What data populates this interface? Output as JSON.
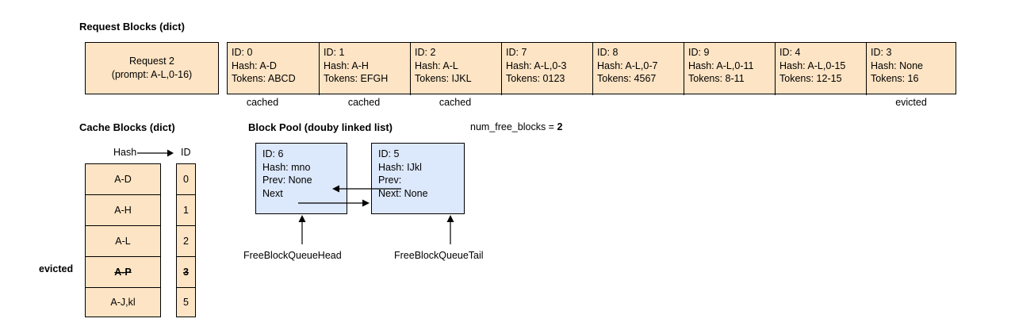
{
  "request_section": {
    "title": "Request Blocks (dict)",
    "request_label": "Request 2\n(prompt: A-L,0-16)",
    "blocks": [
      {
        "id": "ID: 0",
        "hash": "Hash: A-D",
        "tokens": "Tokens: ABCD",
        "status": "cached"
      },
      {
        "id": "ID: 1",
        "hash": "Hash: A-H",
        "tokens": "Tokens: EFGH",
        "status": "cached"
      },
      {
        "id": "ID: 2",
        "hash": "Hash: A-L",
        "tokens": "Tokens: IJKL",
        "status": "cached"
      },
      {
        "id": "ID: 7",
        "hash": "Hash: A-L,0-3",
        "tokens": "Tokens: 0123",
        "status": ""
      },
      {
        "id": "ID: 8",
        "hash": "Hash: A-L,0-7",
        "tokens": "Tokens: 4567",
        "status": ""
      },
      {
        "id": "ID: 9",
        "hash": "Hash: A-L,0-11",
        "tokens": "Tokens: 8-11",
        "status": ""
      },
      {
        "id": "ID: 4",
        "hash": "Hash: A-L,0-15",
        "tokens": "Tokens: 12-15",
        "status": ""
      },
      {
        "id": "ID: 3",
        "hash": "Hash: None",
        "tokens": "Tokens: 16",
        "status": "evicted"
      }
    ]
  },
  "cache_section": {
    "title": "Cache Blocks (dict)",
    "hash_header": "Hash",
    "id_header": "ID",
    "rows": [
      {
        "hash": "A-D",
        "id": "0",
        "evicted": false
      },
      {
        "hash": "A-H",
        "id": "1",
        "evicted": false
      },
      {
        "hash": "A-L",
        "id": "2",
        "evicted": false
      },
      {
        "hash": "A-P",
        "id": "3",
        "evicted": true
      },
      {
        "hash": "A-J,kl",
        "id": "5",
        "evicted": false
      }
    ],
    "evicted_label": "evicted"
  },
  "pool_section": {
    "title": "Block Pool (douby linked list)",
    "free_label": "num_free_blocks = ",
    "free_count": "2",
    "nodes": [
      {
        "id": "ID: 6",
        "hash": "Hash: mno",
        "prev": "Prev: None",
        "next": "Next"
      },
      {
        "id": "ID: 5",
        "hash": "Hash: IJkl",
        "prev": "Prev:",
        "next": "Next: None"
      }
    ],
    "head_label": "FreeBlockQueueHead",
    "tail_label": "FreeBlockQueueTail"
  },
  "colors": {
    "request_fill": "#fde4c4",
    "pool_fill": "#dce8fb",
    "border": "#000000"
  }
}
